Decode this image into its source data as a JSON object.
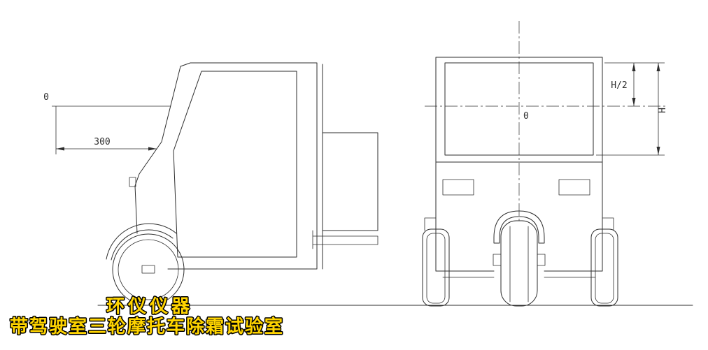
{
  "dimensions": {
    "zero_side": "0",
    "width_300": "300",
    "zero_front": "0",
    "half_height": "H/2",
    "height": "H"
  },
  "caption": {
    "brand": "环仪仪器",
    "subtitle": "带驾驶室三轮摩托车除霜试验室"
  },
  "colors": {
    "background": "#ffffff",
    "line_color": "#2e2e2e",
    "caption_fill": "#ffd400",
    "caption_outline": "#000000"
  }
}
